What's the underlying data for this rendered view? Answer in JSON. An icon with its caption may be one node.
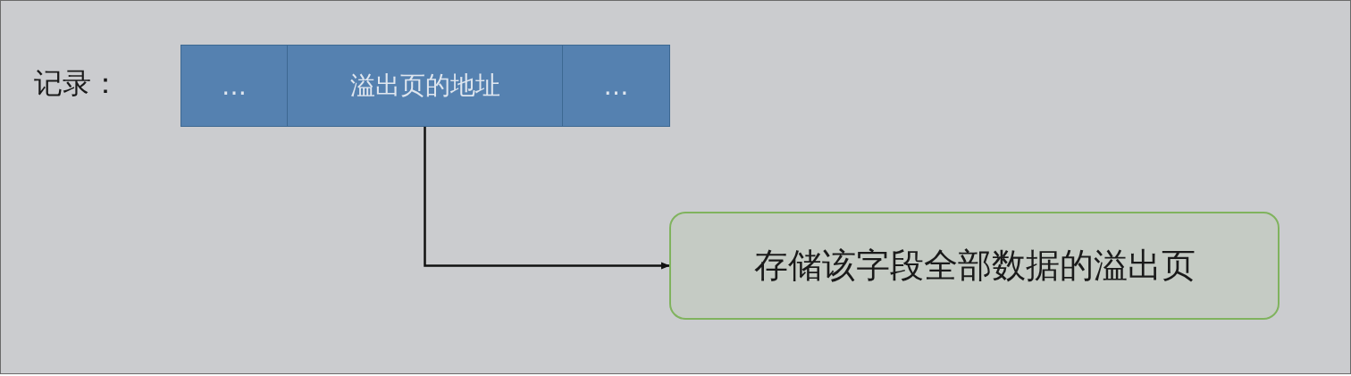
{
  "diagram": {
    "nodes": [
      {
        "text": [
          "…"
        ]
      },
      {
        "text": [
          "溢出页的地址"
        ]
      },
      {
        "text": [
          "…"
        ]
      },
      {
        "text": [
          "存储该字段全部数据的溢出页"
        ]
      }
    ],
    "edges": [
      {
        "from": 1,
        "to": 3,
        "arrow": "to"
      }
    ],
    "labels": [
      "记录："
    ]
  }
}
